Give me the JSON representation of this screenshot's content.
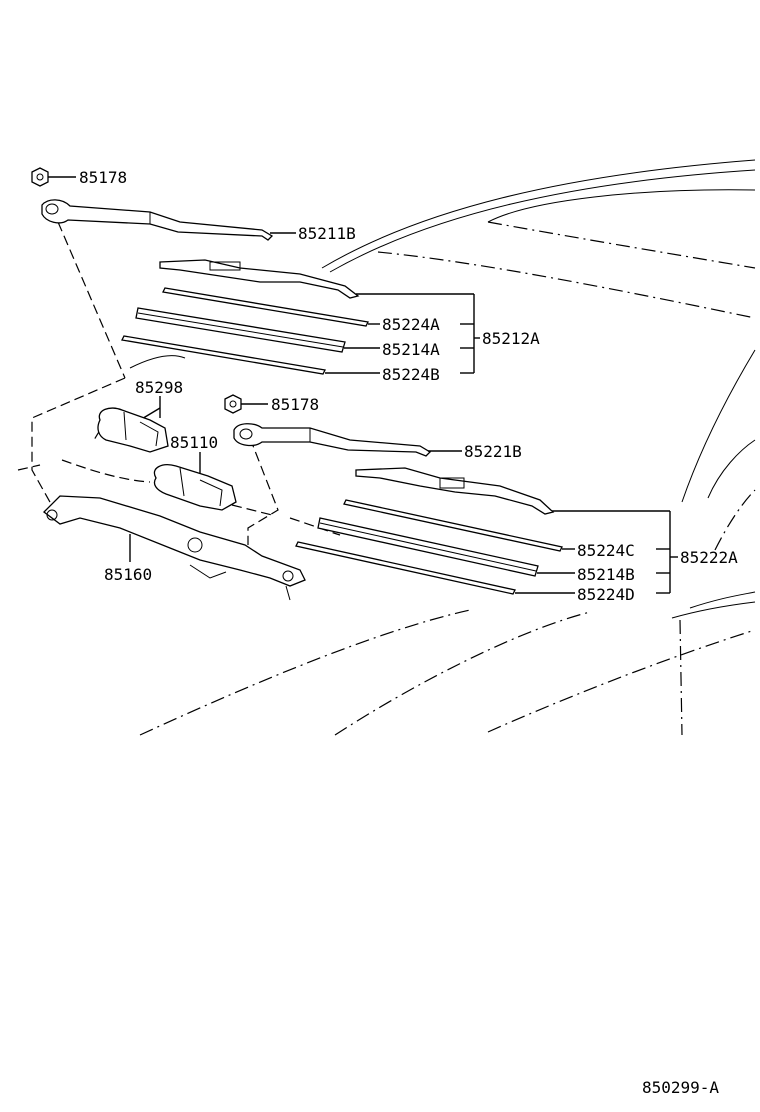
{
  "diagram_id": "850299-A",
  "labels": {
    "nut_upper": "85178",
    "arm_front": "85211B",
    "blade_refill_a": "85224A",
    "blade_rubber_a": "85214A",
    "blade_assy_a": "85212A",
    "blade_refill_b": "85224B",
    "cover": "85298",
    "nut_lower": "85178",
    "motor": "85110",
    "arm_rear": "85221B",
    "link": "85160",
    "blade_refill_c": "85224C",
    "blade_assy_b": "85222A",
    "blade_rubber_b": "85214B",
    "blade_refill_d": "85224D"
  }
}
